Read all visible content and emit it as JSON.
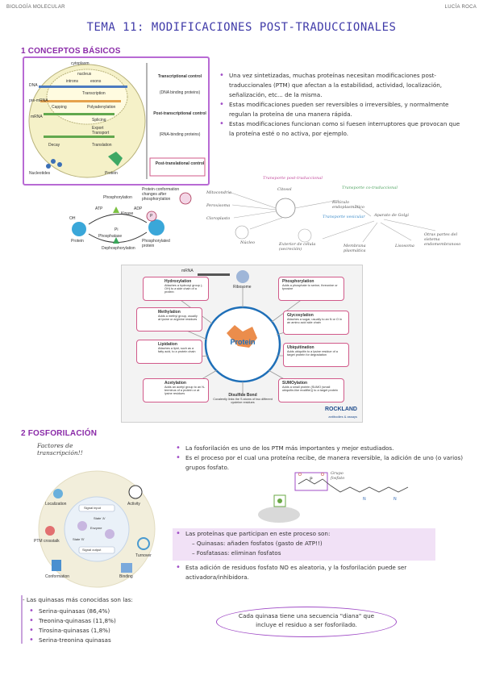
{
  "header": {
    "left": "BIOLOGÍA MOLECULAR",
    "right": "LUCÍA ROCA"
  },
  "title": "TEMA 11: MODIFICACIONES POST-TRADUCCIONALES",
  "section1": {
    "heading": "1 CONCEPTOS BÁSICOS",
    "bullets": [
      "Una vez sintetizadas, muchas proteínas necesitan modificaciones post-traduccionales (PTM) que afectan a la estabilidad, actividad, localización, señalización, etc... de la misma.",
      "Estas modificaciones pueden ser reversibles o irreversibles, y normalmente regulan la proteína de una manera rápida.",
      "Estas modificaciones funcionan como si fuesen interruptores que provocan que la proteína esté o no activa, por ejemplo."
    ],
    "control_diagram": {
      "cell": "cytoplasm",
      "nucleus": "nucleus",
      "steps": [
        "Transcription",
        "Capping",
        "Polyadenylation",
        "Splicing",
        "Export",
        "Transport",
        "Decay",
        "Translation"
      ],
      "labels": [
        "DNA",
        "pre-mRNA",
        "mRNA",
        "Nucleotides",
        "Protein",
        "introns",
        "exons"
      ],
      "controls": [
        {
          "title": "Transcriptional control",
          "detail": "(DNA binding proteins)"
        },
        {
          "title": "Post-transcriptional control",
          "detail": "(RNA-binding proteins)"
        },
        {
          "title": "Post-translational control",
          "detail": ""
        }
      ]
    },
    "phospho_diagram": {
      "labels": [
        "Phosphorylation",
        "Kinase",
        "ATP",
        "ADP",
        "Phosphatase",
        "Dephosphorylation",
        "Protein",
        "Phosphorylated protein",
        "Protein conformation changes after phosphorylation",
        "OH",
        "P",
        "Pi"
      ]
    },
    "transport_map": {
      "labels": [
        "Transporte post-traduccional",
        "Transporte co-traduccional",
        "Mitocondria",
        "Peroxisoma",
        "Cloroplasto",
        "Núcleo",
        "Citosol",
        "Retículo endoplasmático",
        "Transporte vesicular",
        "Aparato de Golgi",
        "Exterior de célula (secreción)",
        "Membrana plasmática",
        "Lisosoma",
        "Otras partes del sistema endomembranoso"
      ]
    },
    "ptm_wheel": {
      "center": "Protein",
      "top": "mRNA",
      "ribosome": "Ribosome",
      "items": [
        {
          "name": "Hydroxylation",
          "desc": "Attaches a hydroxyl group (-OH) to a side chain of a protein"
        },
        {
          "name": "Methylation",
          "desc": "Adds a methyl group, usually at lysine or arginine residues"
        },
        {
          "name": "Lipidation",
          "desc": "Attaches a lipid, such as a fatty acid, to a protein chain"
        },
        {
          "name": "Acetylation",
          "desc": "Adds an acetyl group to an N-terminus of a protein or at lysine residues"
        },
        {
          "name": "Disulfide Bond",
          "desc": "Covalently links the S atoms of two different cysteine residues"
        },
        {
          "name": "SUMOylation",
          "desc": "Adds a small protein (SUMO (small ubiquitin-like modifier)) to a target protein"
        },
        {
          "name": "Ubiquitination",
          "desc": "Adds ubiquitin to a lysine residue of a target protein for degradation"
        },
        {
          "name": "Glycosylation",
          "desc": "Attaches a sugar, usually to an N or O in an amino acid side chain"
        },
        {
          "name": "Phosphorylation",
          "desc": "Adds a phosphate to serine, threonine or tyrosine"
        }
      ],
      "brand": "ROCKLAND",
      "brand_sub": "antibodies & assays"
    }
  },
  "section2": {
    "heading": "2 FOSFORILACIÓN",
    "bullets_top": [
      "La fosforilación es uno de los PTM más importantes y mejor estudiados.",
      "Es el proceso por el cual una proteína recibe, de manera reversible, la adición de uno (o varios) grupos fosfato."
    ],
    "bullets_mid_intro": "Las proteínas que participan en este proceso son:",
    "bullets_mid_sub": [
      "– Quinasas: añaden fosfatos (gasto de ATP!!)",
      "– Fosfatasas: eliminan fosfatos"
    ],
    "bullets_bottom": [
      "Esta adición de residuos fosfato NO es aleatoria, y la fosforilación puede ser activadora/inhibidora."
    ],
    "factors_note": "Factores de transcripción!!",
    "wheel_labels": [
      "Localization",
      "Activity",
      "Turnover",
      "Binding",
      "Conformation",
      "PTM crosstalk",
      "Signal input",
      "Signal output",
      "State 'A'",
      "State 'B'",
      "Enzyme"
    ],
    "phosphate_note": "Grupo fosfato",
    "kinases_intro": "- Las quinasas más conocidas son las:",
    "kinases": [
      "Serina-quinasas (86,4%)",
      "Treonina-quinasas (11,8%)",
      "Tirosina-quinasas (1,8%)",
      "Serina-treonina quinasas"
    ],
    "callout": "Cada quinasa tiene una secuencia \"diana\" que incluye el residuo a ser fosforilado."
  },
  "colors": {
    "title": "#3f3aa8",
    "section": "#8a2aa8",
    "accent": "#b86ad4",
    "bullet": "#a14ec7"
  }
}
